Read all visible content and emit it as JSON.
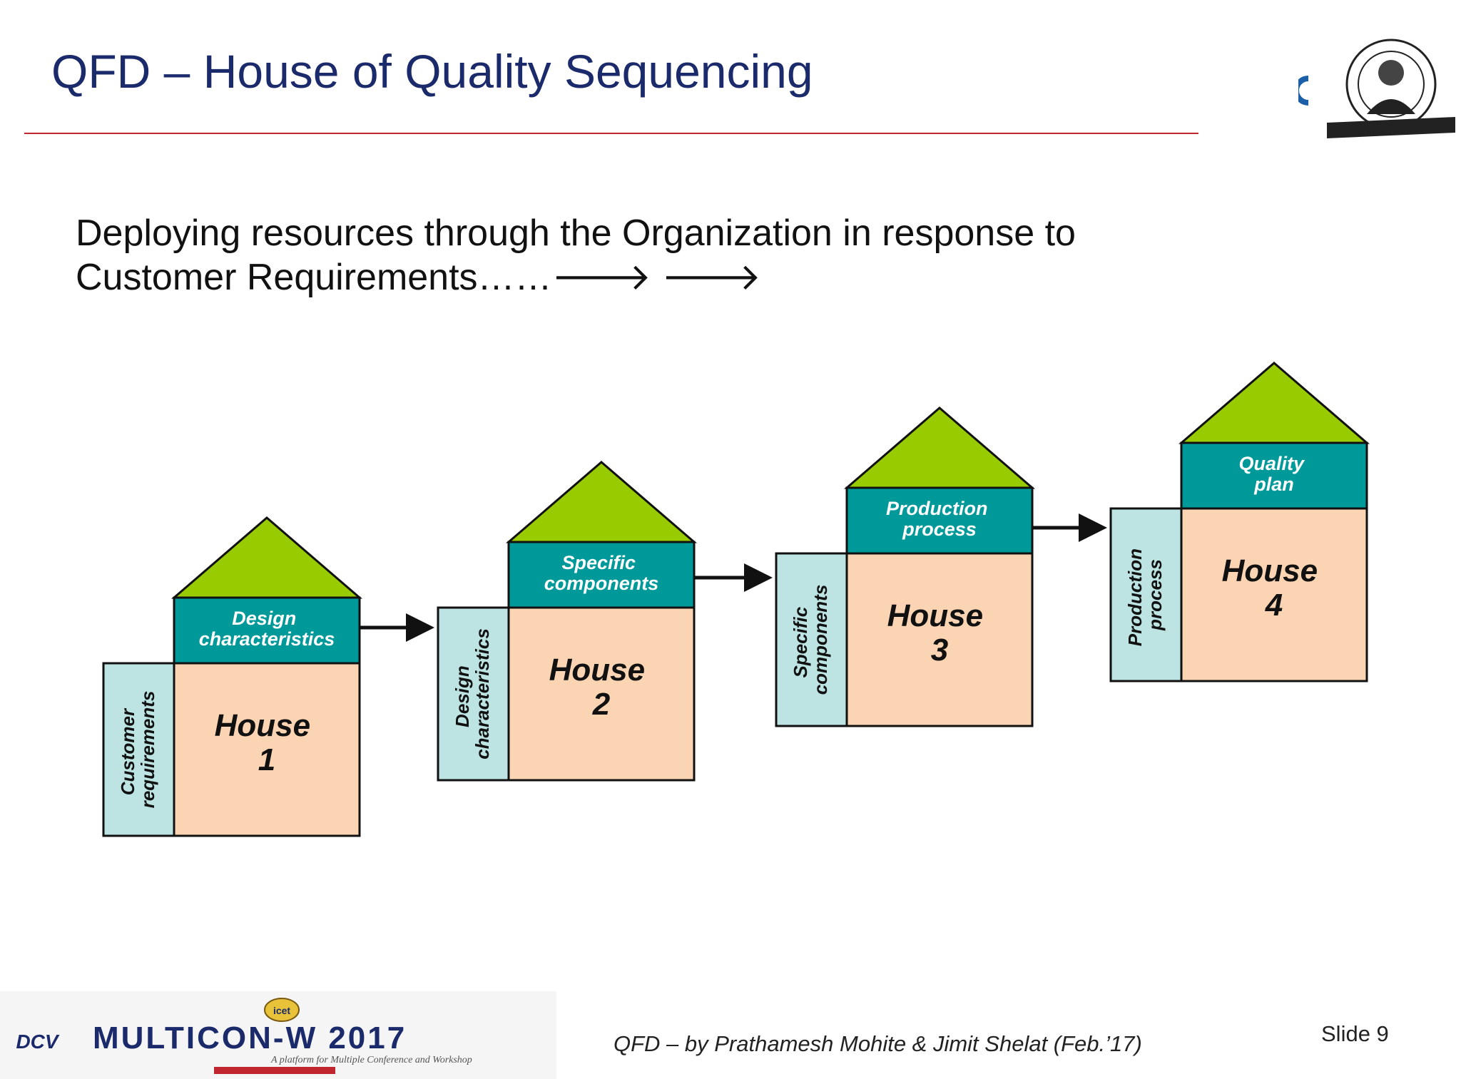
{
  "slide": {
    "title": "QFD – House of Quality Sequencing",
    "subtitle_line1": "Deploying resources through the Organization in response to",
    "subtitle_line2": "Customer Requirements……🡒 🡒",
    "footer_credit": "QFD – by Prathamesh Mohite & Jimit Shelat (Feb.’17)",
    "slide_number": "Slide 9"
  },
  "footer_logo": {
    "wordmark": "MULTICON-W 2017",
    "tagline": "A platform for Multiple Conference and Workshop",
    "badge": "icet"
  },
  "houses": [
    {
      "row_label_line1": "Customer",
      "row_label_line2": "requirements",
      "column_label_line1": "Design",
      "column_label_line2": "characteristics",
      "name": "House",
      "number": "1"
    },
    {
      "row_label_line1": "Design",
      "row_label_line2": "characteristics",
      "column_label_line1": "Specific",
      "column_label_line2": "components",
      "name": "House",
      "number": "2"
    },
    {
      "row_label_line1": "Specific",
      "row_label_line2": "components",
      "column_label_line1": "Production",
      "column_label_line2": "process",
      "name": "House",
      "number": "3"
    },
    {
      "row_label_line1": "Production",
      "row_label_line2": "process",
      "column_label_line1": "Quality",
      "column_label_line2": "plan",
      "name": "House",
      "number": "4"
    }
  ],
  "colors": {
    "title": "#1b2a6b",
    "rule": "#c0262d",
    "roof": "#99cc00",
    "column_header": "#009999",
    "row_label": "#bde3e3",
    "matrix": "#fbd5b3",
    "outline": "#111111"
  }
}
